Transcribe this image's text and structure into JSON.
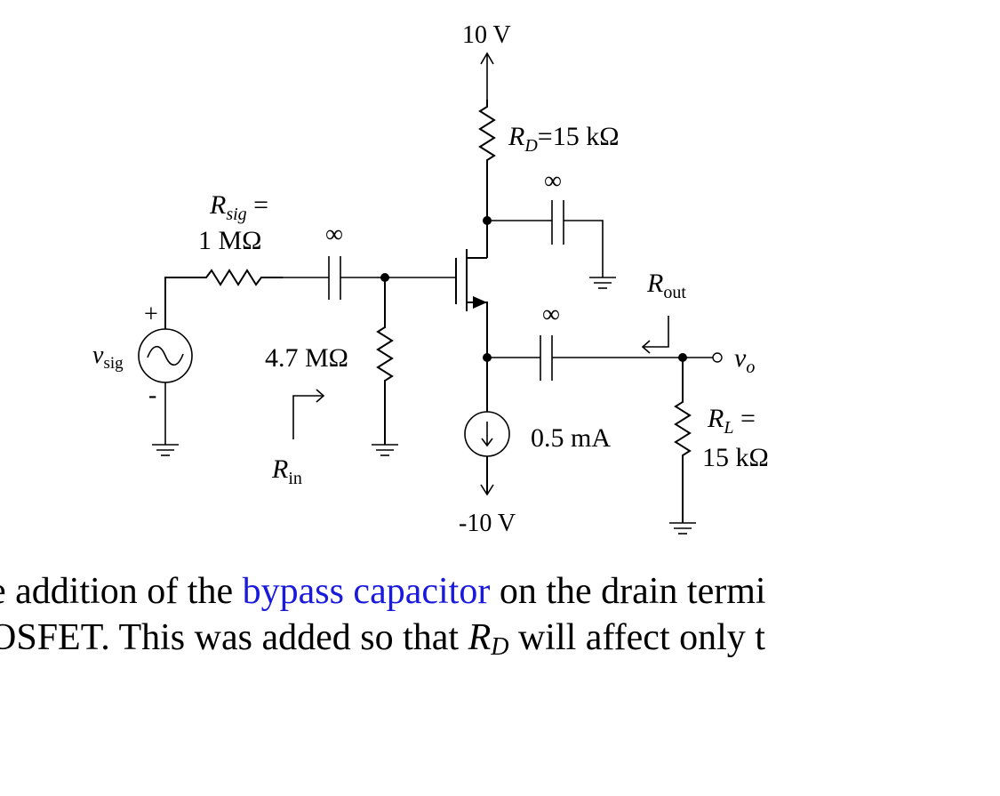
{
  "diagram": {
    "supply_top": "10 V",
    "supply_bottom": "-10 V",
    "rd": {
      "sym": "R",
      "sub": "D",
      "val": "=15 kΩ"
    },
    "rsig": {
      "sym": "R",
      "sub": "sig",
      "eq": " =",
      "val": "1 MΩ"
    },
    "cap_symbol": "∞",
    "rg_value": "4.7 MΩ",
    "source_current": "0.5 mA",
    "rl": {
      "sym": "R",
      "sub": "L",
      "eq": " =",
      "val": "15 kΩ"
    },
    "rin": {
      "sym": "R",
      "sub": "in"
    },
    "rout": {
      "sym": "R",
      "sub": "out"
    },
    "vsig": {
      "sym": "v",
      "sub": "sig",
      "plus": "+",
      "minus": "-"
    },
    "vo": {
      "sym": "v",
      "sub": "o"
    }
  },
  "caption": {
    "line1_pre": "e addition of the ",
    "line1_link": "bypass capacitor",
    "line1_post": " on the drain termi",
    "line2_pre": "OSFET. This was added so that ",
    "line2_sym": "R",
    "line2_sub": "D",
    "line2_post": " will affect only t"
  }
}
